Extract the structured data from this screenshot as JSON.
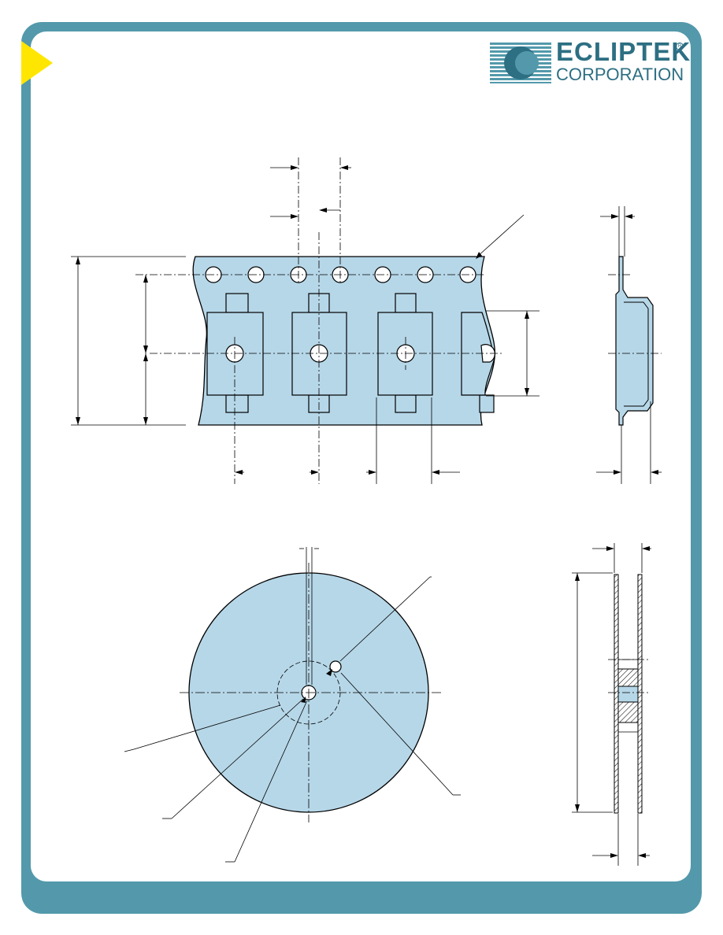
{
  "logo": {
    "name": "ECLIPTEK",
    "subtitle": "CORPORATION",
    "registered_mark": "R"
  },
  "colors": {
    "frame": "#5399ab",
    "tape_fill": "#b6d7e8",
    "accent_arrow": "#ffe600",
    "logo_text": "#2d6f83"
  },
  "drawings": [
    {
      "name": "carrier-tape-top-view"
    },
    {
      "name": "carrier-tape-side-section"
    },
    {
      "name": "reel-front-view"
    },
    {
      "name": "reel-side-section"
    }
  ]
}
